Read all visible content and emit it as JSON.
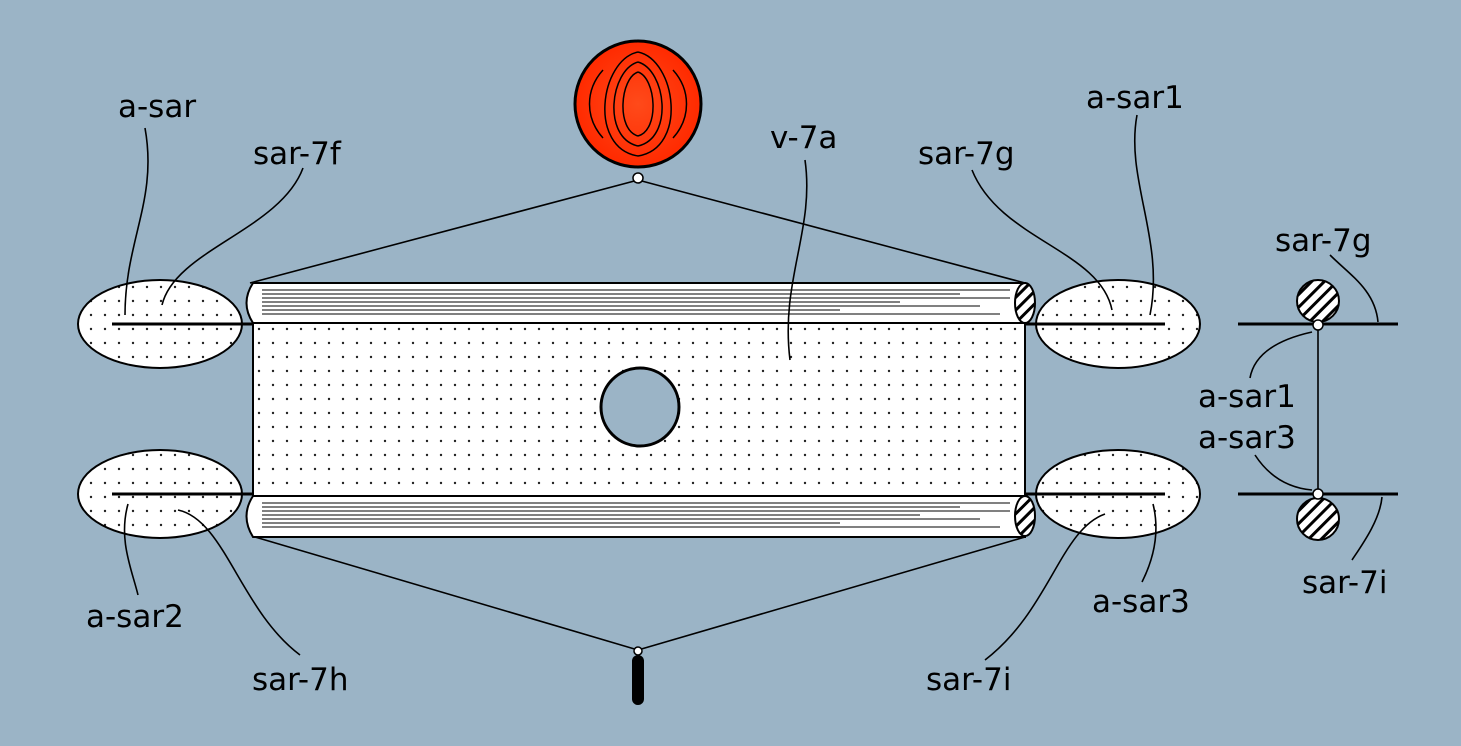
{
  "diagram": {
    "labels": {
      "a_sar_tl": "a-sar",
      "sar_7f": "sar-7f",
      "v_7a": "v-7a",
      "sar_7g_top": "sar-7g",
      "a_sar1_top": "a-sar1",
      "sar_7g_side": "sar-7g",
      "a_sar1_side": "a-sar1",
      "a_sar3_side": "a-sar3",
      "sar_7i_side": "sar-7i",
      "a_sar2": "a-sar2",
      "sar_7h": "sar-7h",
      "a_sar3_br": "a-sar3",
      "sar_7i_bottom": "sar-7i"
    },
    "colors": {
      "background": "#9bb4c6",
      "buoy": "#ff3300",
      "net_fill": "#ffffff",
      "line": "#000000"
    }
  }
}
